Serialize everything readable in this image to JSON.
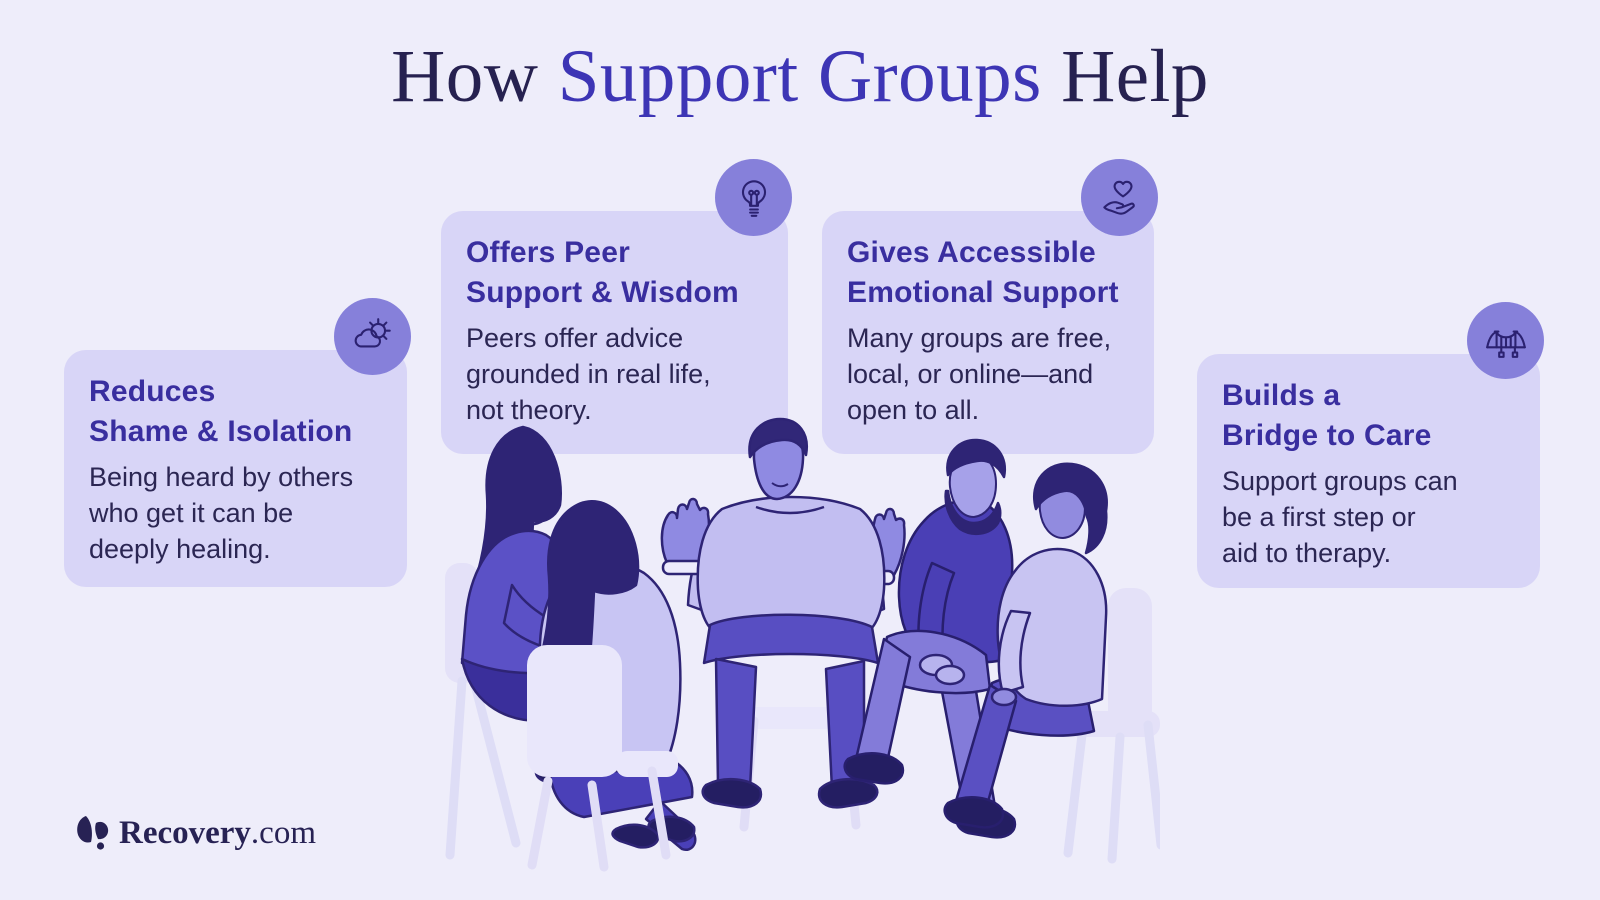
{
  "title": {
    "text_before": "How ",
    "highlight": "Support Groups",
    "text_after": " Help"
  },
  "cards": [
    {
      "name": "reduces-shame-isolation",
      "icon": "sun-behind-cloud-icon",
      "heading_lines": [
        "Reduces",
        "Shame & Isolation"
      ],
      "body_lines": [
        "Being heard by others",
        "who get it can be",
        "deeply healing."
      ]
    },
    {
      "name": "offers-peer-support-wisdom",
      "icon": "lightbulb-icon",
      "heading_lines": [
        "Offers Peer",
        "Support & Wisdom"
      ],
      "body_lines": [
        "Peers offer advice",
        "grounded in real life,",
        "not theory."
      ]
    },
    {
      "name": "gives-accessible-emotional-support",
      "icon": "heart-in-hand-icon",
      "heading_lines": [
        "Gives Accessible",
        "Emotional Support"
      ],
      "body_lines": [
        "Many groups are free,",
        "local, or online—and",
        "open to all."
      ]
    },
    {
      "name": "builds-bridge-to-care",
      "icon": "bridge-icon",
      "heading_lines": [
        "Builds a",
        "Bridge to Care"
      ],
      "body_lines": [
        "Support groups can",
        "be a first step or",
        "aid to therapy."
      ]
    }
  ],
  "footer": {
    "brand": "Recovery",
    "domain": ".com"
  },
  "illustration": {
    "description": "Five people in purple tones seated on chairs in a circle; the person in the center talks with both hands raised"
  },
  "palette": {
    "background": "#eeedfa",
    "card": "#d8d5f7",
    "icon_circle": "#8680da",
    "icon_stroke": "#2b2170",
    "heading": "#392e9f",
    "body_text": "#2b2653",
    "title_dark": "#262150",
    "title_accent": "#3d35b5",
    "logo": "#272254"
  }
}
